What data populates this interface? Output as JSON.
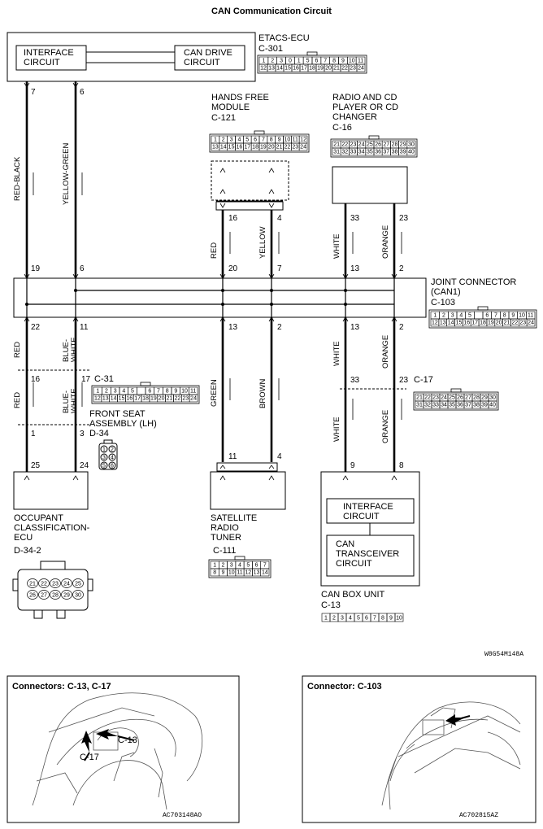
{
  "title": "CAN Communication Circuit",
  "etacs": {
    "name": "ETACS-ECU",
    "connector": "C-301",
    "interface": "INTERFACE\nCIRCUIT",
    "can_drive": "CAN DRIVE\nCIRCUIT",
    "pin_a": "7",
    "pin_b": "6",
    "cells_top": [
      "1",
      "2",
      "3",
      "0",
      "1",
      "5",
      "6",
      "7",
      "8",
      "9",
      "10",
      "11"
    ],
    "cells_bottom": [
      "12",
      "13",
      "14",
      "15",
      "16",
      "17",
      "18",
      "19",
      "20",
      "21",
      "22",
      "23",
      "24"
    ]
  },
  "hands_free": {
    "name": "HANDS FREE\nMODULE",
    "connector": "C-121",
    "pin_a": "16",
    "pin_b": "4",
    "cells_top": [
      "1",
      "2",
      "3",
      "4",
      "5",
      "6",
      "7",
      "8",
      "9",
      "10",
      "11",
      "12"
    ],
    "cells_bottom": [
      "13",
      "14",
      "15",
      "16",
      "17",
      "18",
      "19",
      "20",
      "21",
      "22",
      "23",
      "24"
    ]
  },
  "radio": {
    "name": "RADIO AND CD\nPLAYER OR CD\nCHANGER",
    "connector": "C-16",
    "pin_a": "33",
    "pin_b": "23",
    "cells_top": [
      "21",
      "22",
      "23",
      "24",
      "25",
      "26",
      "27",
      "28",
      "29",
      "30"
    ],
    "cells_bottom": [
      "31",
      "32",
      "33",
      "34",
      "35",
      "36",
      "37",
      "38",
      "39",
      "40"
    ]
  },
  "joint": {
    "name": "JOINT CONNECTOR\n(CAN1)",
    "connector": "C-103",
    "top_pins": [
      "19",
      "6",
      "20",
      "7",
      "13",
      "2"
    ],
    "bottom_pins": [
      "22",
      "11",
      "13",
      "2",
      "13",
      "2"
    ],
    "cells_top": [
      "1",
      "2",
      "3",
      "4",
      "5",
      "",
      "6",
      "7",
      "8",
      "9",
      "10",
      "11"
    ],
    "cells_bottom": [
      "12",
      "13",
      "14",
      "15",
      "16",
      "17",
      "18",
      "19",
      "20",
      "21",
      "22",
      "23",
      "24"
    ]
  },
  "wires": {
    "red_black": "RED-BLACK",
    "yellow_green": "YELLOW-GREEN",
    "red": "RED",
    "yellow": "YELLOW",
    "white": "WHITE",
    "orange": "ORANGE",
    "blue_white": "BLUE-\nWHITE",
    "green": "GREEN",
    "brown": "BROWN"
  },
  "front_seat": {
    "name": "FRONT SEAT\nASSEMBLY (LH)",
    "connector_c31": "C-31",
    "connector_d34": "D-34",
    "pin_16": "16",
    "pin_17": "17",
    "pin_1": "1",
    "pin_3": "3",
    "pin_25": "25",
    "pin_24": "24",
    "cells_top": [
      "1",
      "2",
      "3",
      "4",
      "5",
      "",
      "6",
      "7",
      "8",
      "9",
      "10",
      "11"
    ],
    "cells_bottom": [
      "12",
      "13",
      "14",
      "15",
      "16",
      "17",
      "18",
      "19",
      "20",
      "21",
      "22",
      "23",
      "24"
    ],
    "d34_cells": [
      "1",
      "2",
      "3",
      "4",
      "5",
      "6"
    ]
  },
  "c17": {
    "connector": "C-17",
    "pin_33": "33",
    "pin_23": "23",
    "cells_top": [
      "21",
      "22",
      "23",
      "24",
      "25",
      "26",
      "27",
      "28",
      "29",
      "30"
    ],
    "cells_bottom": [
      "31",
      "32",
      "33",
      "34",
      "35",
      "36",
      "37",
      "38",
      "39",
      "40"
    ]
  },
  "occupant": {
    "name": "OCCUPANT\nCLASSIFICATION-\nECU",
    "connector": "D-34-2",
    "cells_top": [
      "21",
      "22",
      "23",
      "24",
      "25"
    ],
    "cells_bottom": [
      "26",
      "27",
      "28",
      "29",
      "30"
    ]
  },
  "satellite": {
    "name": "SATELLITE\nRADIO\nTUNER",
    "connector": "C-111",
    "pin_11": "11",
    "pin_4": "4",
    "cells_top": [
      "1",
      "2",
      "3",
      "4",
      "5",
      "6",
      "7"
    ],
    "cells_bottom": [
      "8",
      "9",
      "10",
      "11",
      "12",
      "13",
      "14"
    ]
  },
  "can_box": {
    "name": "CAN BOX UNIT",
    "connector": "C-13",
    "interface": "INTERFACE\nCIRCUIT",
    "transceiver": "CAN\nTRANSCEIVER\nCIRCUIT",
    "pin_9": "9",
    "pin_8": "8",
    "cells": [
      "1",
      "2",
      "3",
      "4",
      "5",
      "6",
      "7",
      "8",
      "9",
      "10"
    ]
  },
  "diagram_code": "W8G54M148A",
  "photo_left": {
    "title": "Connectors: C-13, C-17",
    "callout_a": "C-13",
    "callout_b": "C-17",
    "code": "AC703148AO"
  },
  "photo_right": {
    "title": "Connector: C-103",
    "code": "AC702815AZ"
  }
}
